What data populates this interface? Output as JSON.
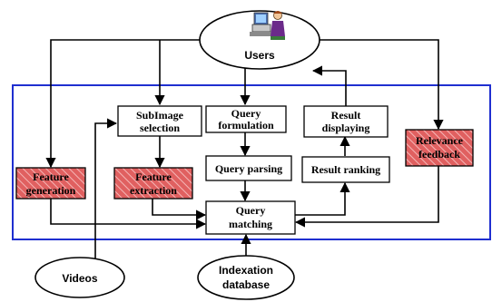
{
  "diagram": {
    "colors": {
      "frame": "#1f2fd0",
      "hatch_fill": "#e06060",
      "hatch_line": "#f4b6b6",
      "line": "#000000"
    },
    "nodes": {
      "users": {
        "label": "Users",
        "icon": "user-at-computer-icon"
      },
      "videos": {
        "label": "Videos"
      },
      "indexation_database": {
        "line1": "Indexation",
        "line2": "database"
      },
      "subimage_selection": {
        "line1": "SubImage",
        "line2": "selection"
      },
      "query_formulation": {
        "line1": "Query",
        "line2": "formulation"
      },
      "result_displaying": {
        "line1": "Result",
        "line2": "displaying"
      },
      "relevance_feedback": {
        "line1": "Relevance",
        "line2": "feedback"
      },
      "feature_generation": {
        "line1": "Feature",
        "line2": "generation"
      },
      "feature_extraction": {
        "line1": "Feature",
        "line2": "extraction"
      },
      "query_parsing": {
        "label": "Query parsing"
      },
      "result_ranking": {
        "label": "Result ranking"
      },
      "query_matching": {
        "line1": "Query",
        "line2": "matching"
      }
    }
  }
}
